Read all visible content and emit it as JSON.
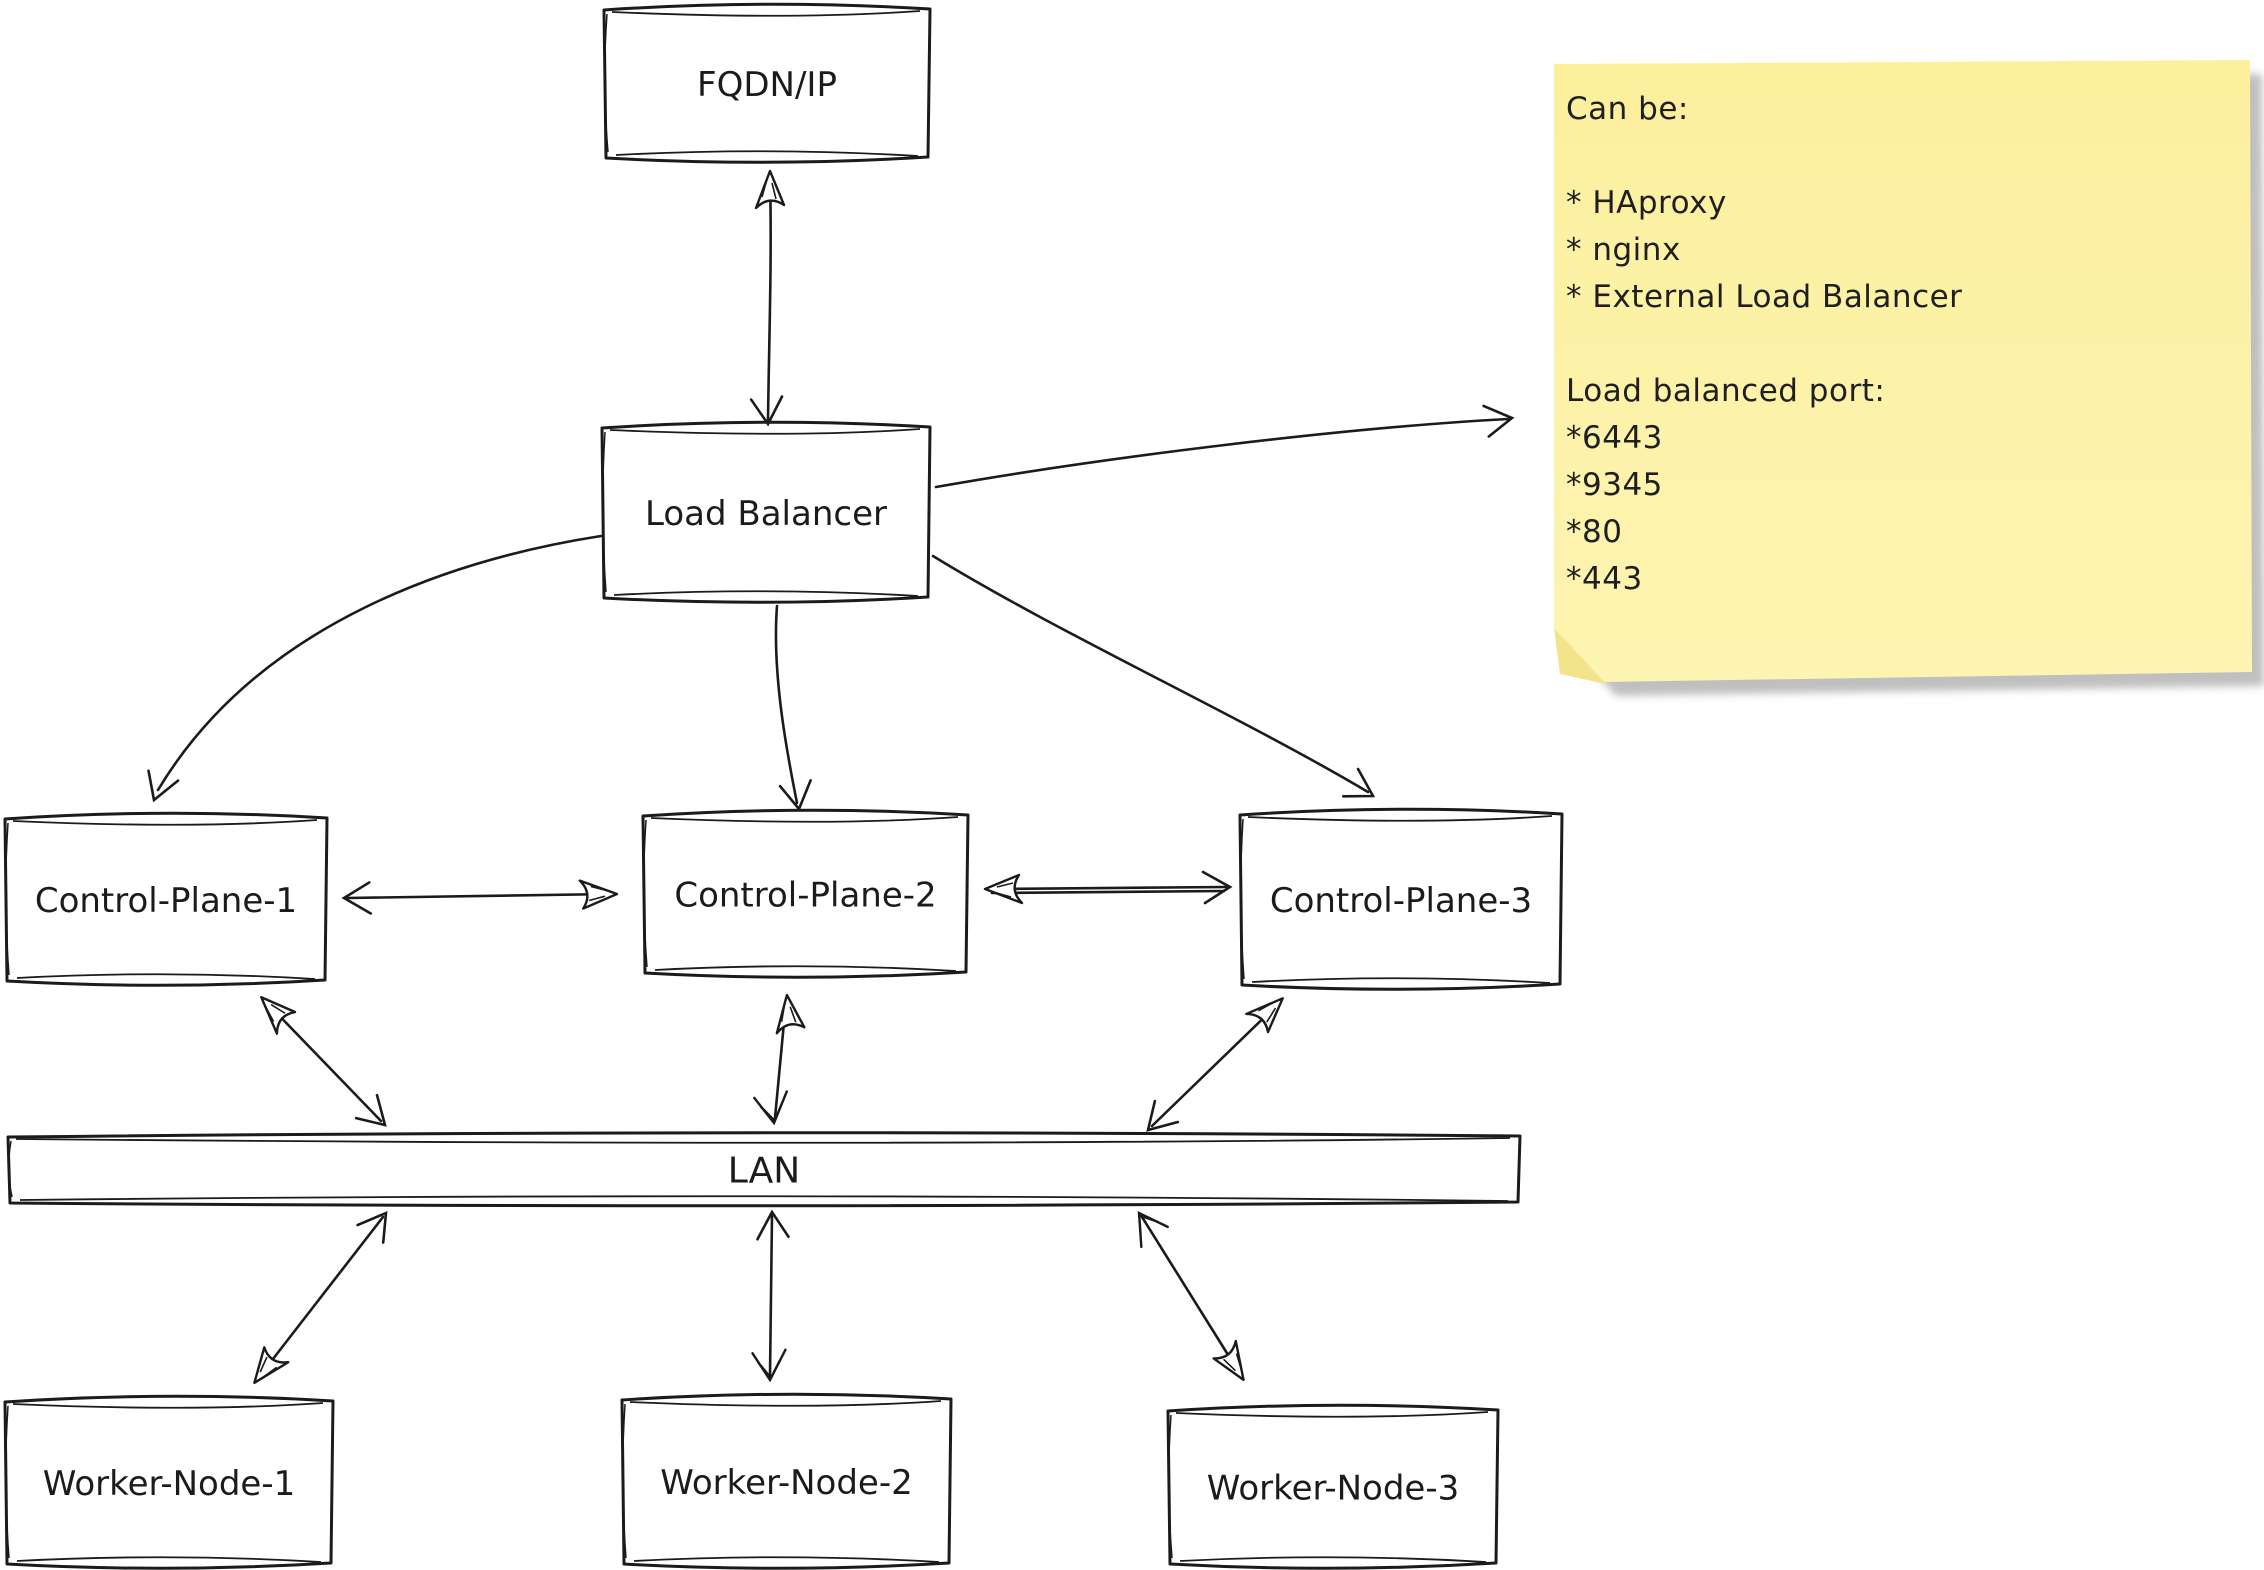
{
  "diagram": {
    "nodes": {
      "fqdn": {
        "label": "FQDN/IP"
      },
      "load_balancer": {
        "label": "Load Balancer"
      },
      "cp1": {
        "label": "Control-Plane-1"
      },
      "cp2": {
        "label": "Control-Plane-2"
      },
      "cp3": {
        "label": "Control-Plane-3"
      },
      "lan": {
        "label": "LAN"
      },
      "wn1": {
        "label": "Worker-Node-1"
      },
      "wn2": {
        "label": "Worker-Node-2"
      },
      "wn3": {
        "label": "Worker-Node-3"
      }
    },
    "note": {
      "lines": [
        "Can be:",
        "",
        "* HAproxy",
        "* nginx",
        "* External Load Balancer",
        "",
        "Load balanced port:",
        "*6443",
        "*9345",
        "*80",
        "*443"
      ]
    },
    "colors": {
      "stroke": "#1b1b1b",
      "canvas": "#ffffff",
      "note_bg_top": "#fcf09e",
      "note_bg_bottom": "#fdf4b2",
      "note_fold": "#f3e48c",
      "note_shadow": "#b9b9b9"
    }
  }
}
